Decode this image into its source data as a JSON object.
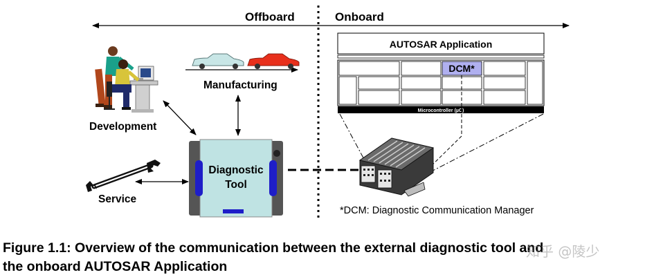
{
  "figure": {
    "offboard_label": "Offboard",
    "onboard_label": "Onboard",
    "development_label": "Development",
    "manufacturing_label": "Manufacturing",
    "service_label": "Service",
    "diagnostic_tool_line1": "Diagnostic",
    "diagnostic_tool_line2": "Tool",
    "autosar_application_label": "AUTOSAR Application",
    "dcm_label": "DCM*",
    "microcontroller_label": "Microcontroller (µC)",
    "footnote": "*DCM: Diagnostic Communication Manager",
    "caption_line1": "Figure 1.1: Overview of the communication between the external diagnostic tool and",
    "caption_line2": "the onboard AUTOSAR Application",
    "watermark": "知乎 @陵少"
  },
  "colors": {
    "car_light": "#c8e6e6",
    "car_red": "#e8301c",
    "tool_body": "#bfe3e3",
    "tool_side": "#555555",
    "tool_accent": "#1e1ec8",
    "dcm_fill": "#b0b0f0",
    "mcu_bar": "#000000"
  }
}
